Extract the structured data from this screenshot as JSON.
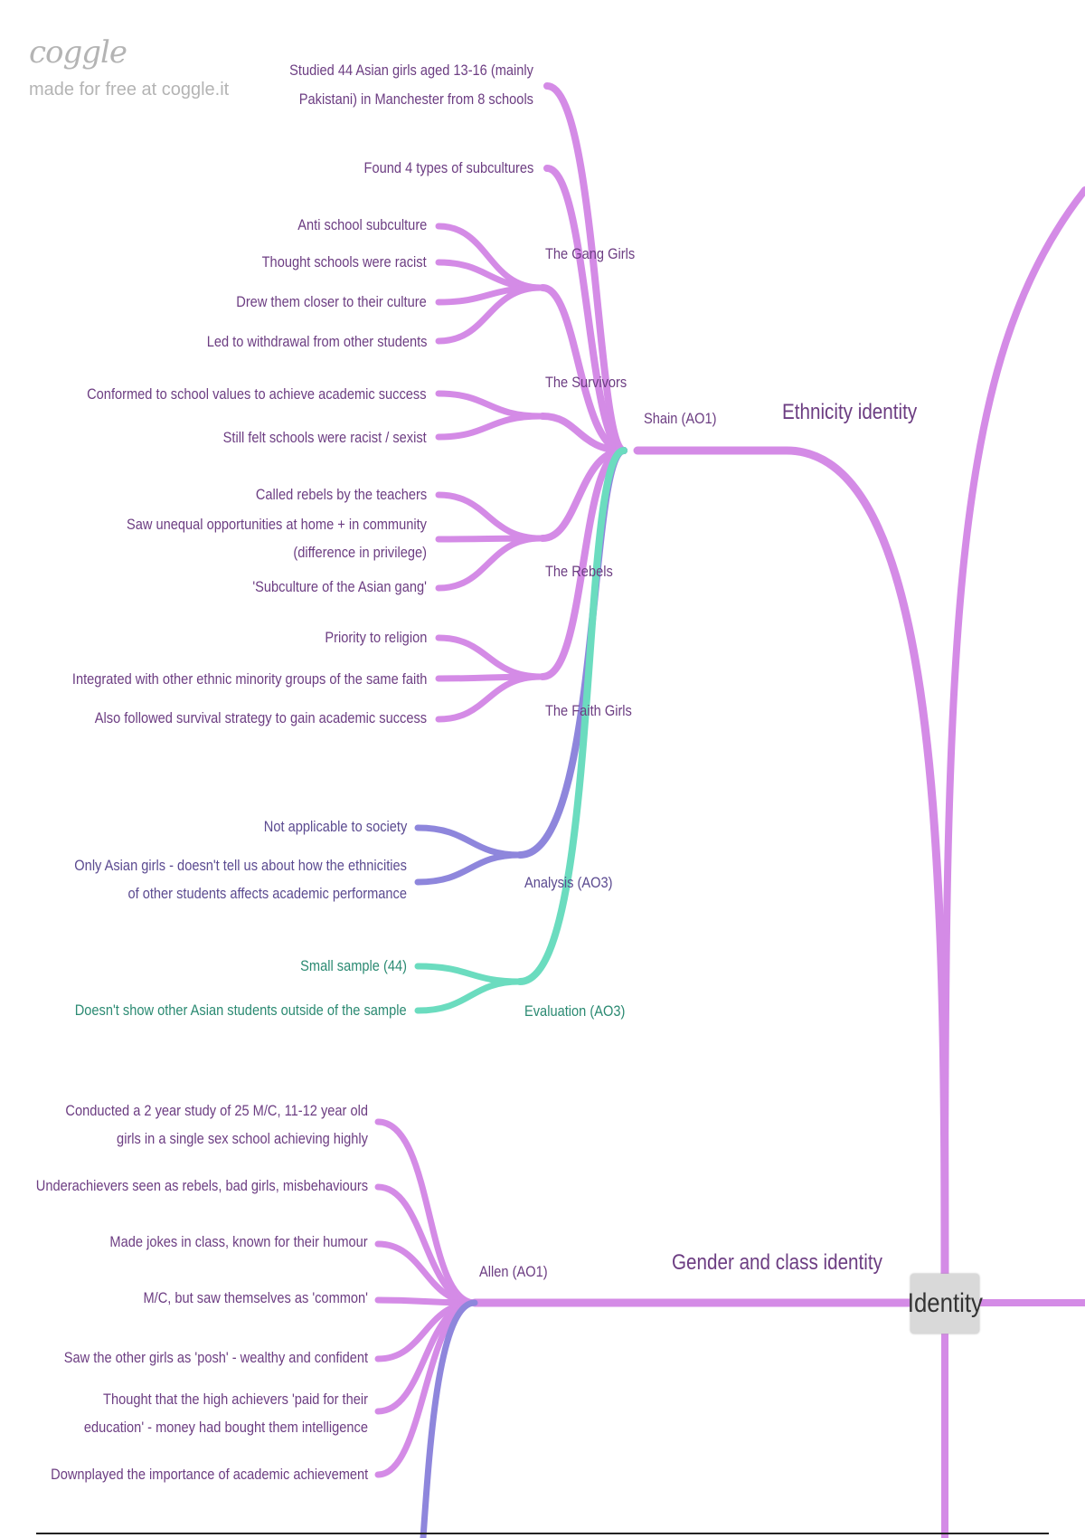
{
  "watermark": {
    "logo": "coggle",
    "subtitle": "made for free at coggle.it"
  },
  "root": {
    "label": "Identity"
  },
  "colors": {
    "pink": "#d48be6",
    "violet": "#8e86dc",
    "teal": "#6bdcbf",
    "text": "#6c3d82"
  },
  "branches": {
    "ethnicity": {
      "label": "Ethnicity identity",
      "shain": {
        "label": "Shain (AO1)",
        "intro": [
          "Studied 44 Asian girls aged 13-16 (mainly Pakistani) in Manchester from 8 schools",
          "Found 4 types of subcultures"
        ],
        "gang_girls": {
          "label": "The Gang Girls",
          "items": [
            "Anti school subculture",
            "Thought schools were racist",
            "Drew them closer to their culture",
            "Led to withdrawal from other students"
          ]
        },
        "survivors": {
          "label": "The Survivors",
          "items": [
            "Conformed to school values to achieve academic success",
            "Still felt schools were racist / sexist"
          ]
        },
        "rebels": {
          "label": "The Rebels",
          "items": [
            "Called rebels by the teachers",
            "Saw unequal opportunities at home + in community (difference in privilege)",
            "'Subculture of the Asian gang'"
          ]
        },
        "faith_girls": {
          "label": "The Faith Girls",
          "items": [
            "Priority to religion",
            "Integrated with other ethnic minority groups of the same faith",
            "Also followed survival strategy to gain academic success"
          ]
        },
        "analysis": {
          "label": "Analysis (AO3)",
          "items": [
            "Not applicable to society",
            "Only Asian girls - doesn't tell us about how the ethnicities of other students affects academic performance"
          ]
        },
        "evaluation": {
          "label": "Evaluation (AO3)",
          "items": [
            "Small sample (44)",
            "Doesn't show other Asian students outside of the sample"
          ]
        }
      }
    },
    "gender_class": {
      "label": "Gender and class identity",
      "allen": {
        "label": "Allen (AO1)",
        "items": [
          "Conducted a 2 year study of 25 M/C, 11-12 year old girls in a single sex school achieving highly",
          "Underachievers seen as rebels, bad girls, misbehaviours",
          "Made jokes in class, known for their humour",
          "M/C, but saw themselves as 'common'",
          "Saw the other girls as 'posh' - wealthy and confident",
          "Thought that the high achievers 'paid for their education' - money had bought them intelligence",
          "Downplayed the importance of academic achievement"
        ]
      }
    }
  }
}
